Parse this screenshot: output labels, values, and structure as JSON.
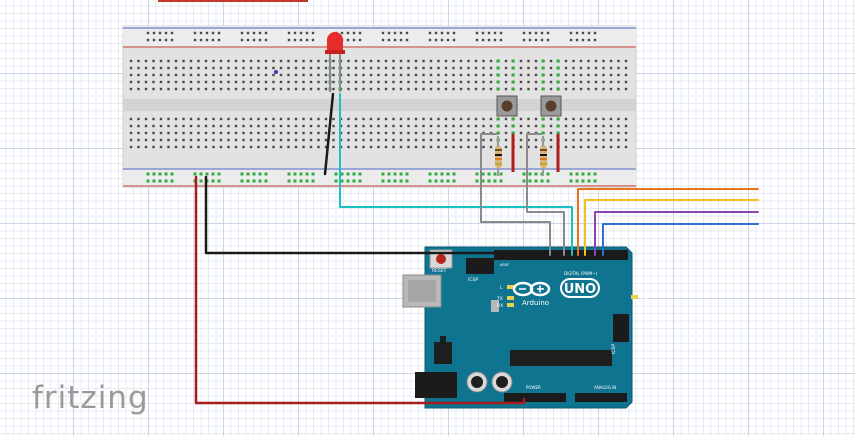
{
  "app": {
    "logo_text": "fritzing"
  },
  "arduino": {
    "model_text": "UNO",
    "brand_text": "Arduino",
    "reset_label": "RESET",
    "icsp_label": "ICSP",
    "icsp2_label": "ICSP",
    "on_label": "ON",
    "l_label": "L",
    "tx_label": "TX",
    "rx_label": "RX",
    "aref_label": "AREF",
    "digital_label": "DIGITAL (PWM~)",
    "power_label": "POWER",
    "analog_label": "ANALOG IN"
  },
  "colors": {
    "board": "#0f7490",
    "breadboard": "#e4e4e4",
    "wire_black": "#1a1a1a",
    "wire_red": "#a51d1d",
    "wire_cyan": "#19c1c4",
    "wire_gray": "#8a8a8a",
    "wire_orange": "#e8731a",
    "wire_yellow": "#f2c21b",
    "wire_purple": "#8e44ad",
    "wire_blue": "#2e6fd1",
    "led": "#e52b2b"
  }
}
